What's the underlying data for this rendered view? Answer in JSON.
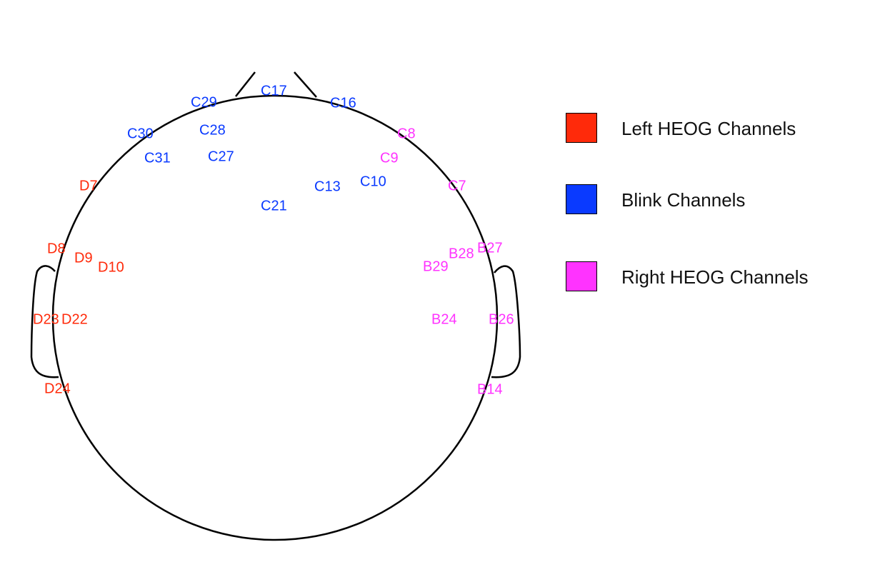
{
  "colors": {
    "left_heog": "#ff2a0a",
    "blink": "#0a3aff",
    "right_heog": "#ff33ff",
    "outline": "#000000"
  },
  "channel_groups": [
    {
      "group": "left_heog",
      "color": "#ff2a0a",
      "channels": [
        "D7",
        "D8",
        "D9",
        "D10",
        "D23",
        "D22",
        "D24"
      ]
    },
    {
      "group": "blink",
      "color": "#0a3aff",
      "channels": [
        "C17",
        "C29",
        "C16",
        "C30",
        "C28",
        "C31",
        "C27",
        "C13",
        "C10",
        "C21"
      ]
    },
    {
      "group": "right_heog",
      "color": "#ff33ff",
      "channels": [
        "C8",
        "C9",
        "C7",
        "B28",
        "B27",
        "B29",
        "B24",
        "B26",
        "B14"
      ]
    }
  ],
  "legend": [
    {
      "label": "Left HEOG Channels",
      "color": "#ff2a0a"
    },
    {
      "label": "Blink Channels",
      "color": "#0a3aff"
    },
    {
      "label": "Right HEOG Channels",
      "color": "#ff33ff"
    }
  ]
}
